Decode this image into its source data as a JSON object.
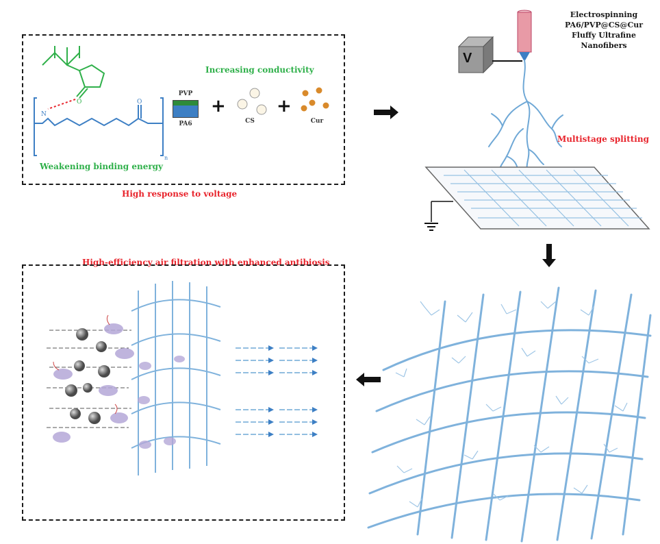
{
  "panel_top_left": {
    "weakening_label": "Weakening binding energy",
    "conductivity_label": "Increasing conductivity",
    "response_label": "High response to voltage",
    "components": [
      {
        "label": "PVP"
      },
      {
        "label": "PA6"
      },
      {
        "label": "CS"
      },
      {
        "label": "Cur"
      }
    ],
    "plus_sign": "+",
    "atom_labels": {
      "n": "N",
      "o": "O",
      "o2": "O",
      "n_subscript": "n"
    }
  },
  "electrospinning": {
    "voltage_label": "V",
    "title_lines": [
      "Electrospinning",
      "PA6/PVP@CS@Cur",
      "Fluffy Ultrafine",
      "Nanofibers"
    ],
    "splitting_label": "Multistage splitting"
  },
  "panel_bottom_left": {
    "title": "High-efficiency air filtration with enhanced antibiosis"
  },
  "colors": {
    "red": "#e8242c",
    "green": "#2fb04a",
    "fiber_blue": "#6fa8d6",
    "pvp_green": "#2e8b3a",
    "pa6_blue": "#3d7fc4",
    "cur_orange": "#d98a2b",
    "needle_pink": "#e89aa6"
  }
}
